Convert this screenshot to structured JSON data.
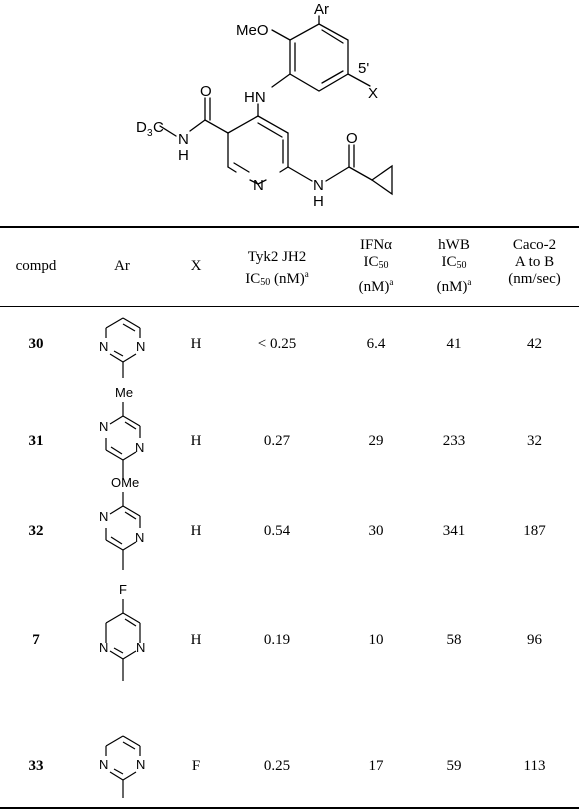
{
  "scaffold": {
    "labels": {
      "ar": "Ar",
      "meo": "MeO",
      "hn_top": "HN",
      "five_prime": "5'",
      "x": "X",
      "o_left": "O",
      "d3c_d": "D",
      "d3c_sub": "3",
      "d3c_c": "C",
      "n_amide": "N",
      "h_amide": "H",
      "n_ring": "N",
      "nh_n": "N",
      "nh_h": "H",
      "o_right": "O"
    }
  },
  "table": {
    "headers": {
      "compd": "compd",
      "ar": "Ar",
      "x": "X",
      "tyk_l1": "Tyk2 JH2",
      "tyk_ic": "IC",
      "tyk_sub": "50",
      "tyk_unit": " (nM)",
      "tyk_sup": "a",
      "ifn_l1": "IFNα",
      "ifn_ic": "IC",
      "ifn_sub": "50",
      "ifn_unit": "(nM)",
      "ifn_sup": "a",
      "hwb_l1": "hWB",
      "hwb_ic": "IC",
      "hwb_sub": "50",
      "hwb_unit": "(nM)",
      "hwb_sup": "a",
      "caco_l1": "Caco-2",
      "caco_l2": "A to B",
      "caco_l3": "(nm/sec)"
    },
    "rows": [
      {
        "compd": "30",
        "x": "H",
        "tyk2": "< 0.25",
        "ifn": "6.4",
        "hwb": "41",
        "caco": "42",
        "ar_labels": {
          "n1": "N",
          "n2": "N"
        }
      },
      {
        "compd": "31",
        "x": "H",
        "tyk2": "0.27",
        "ifn": "29",
        "hwb": "233",
        "caco": "32",
        "ar_labels": {
          "sub": "Me",
          "n1": "N",
          "n2": "N"
        }
      },
      {
        "compd": "32",
        "x": "H",
        "tyk2": "0.54",
        "ifn": "30",
        "hwb": "341",
        "caco": "187",
        "ar_labels": {
          "sub": "OMe",
          "n1": "N",
          "n2": "N"
        }
      },
      {
        "compd": "7",
        "x": "H",
        "tyk2": "0.19",
        "ifn": "10",
        "hwb": "58",
        "caco": "96",
        "ar_labels": {
          "sub": "F",
          "n1": "N",
          "n2": "N"
        }
      },
      {
        "compd": "33",
        "x": "F",
        "tyk2": "0.25",
        "ifn": "17",
        "hwb": "59",
        "caco": "113",
        "ar_labels": {
          "n1": "N",
          "n2": "N"
        }
      }
    ]
  }
}
